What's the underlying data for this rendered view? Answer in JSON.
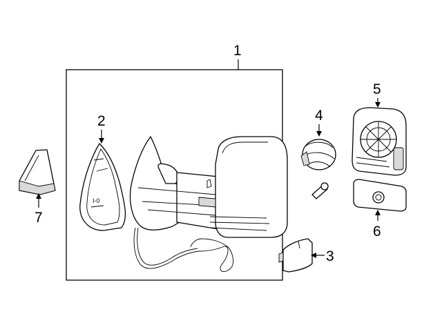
{
  "diagram": {
    "callouts": {
      "c1": "1",
      "c2": "2",
      "c3": "3",
      "c4": "4",
      "c5": "5",
      "c6": "6",
      "c7": "7"
    },
    "parts": {
      "mirror_assembly": "1",
      "mirror_glass_back": "2",
      "cover_cap": "3",
      "motor": "4",
      "mirror_glass": "5",
      "spotter_glass": "6",
      "outer_cover": "7"
    }
  }
}
